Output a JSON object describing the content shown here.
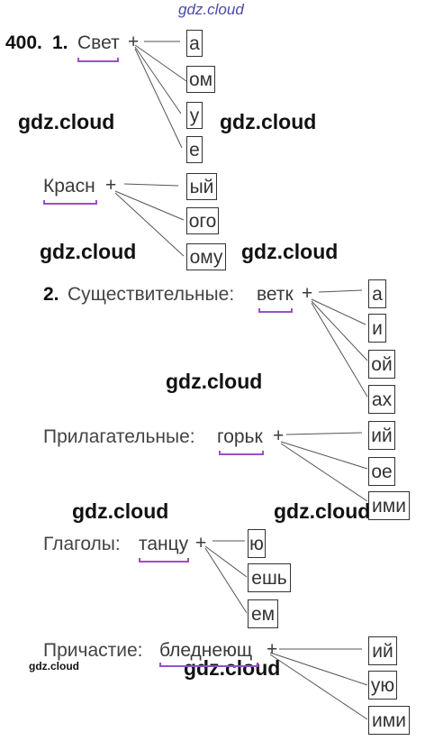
{
  "watermark": "gdz.cloud",
  "exercise": {
    "number": "400.",
    "part1": "1.",
    "part2": "2."
  },
  "part1": {
    "group1": {
      "word": "Свет",
      "plus": "+",
      "endings": [
        "а",
        "ом",
        "у",
        "е"
      ]
    },
    "group2": {
      "word": "Красн",
      "plus": "+",
      "endings": [
        "ый",
        "ого",
        "ому"
      ]
    }
  },
  "part2": {
    "nouns": {
      "label": "Существительные:",
      "root": "ветк",
      "plus": "+",
      "endings": [
        "а",
        "и",
        "ой",
        "ах"
      ]
    },
    "adjectives": {
      "label": "Прилагательные:",
      "root": "горьк",
      "plus": "+",
      "endings": [
        "ий",
        "ое",
        "ими"
      ]
    },
    "verbs": {
      "label": "Глаголы:",
      "root": "танцу",
      "plus": "+",
      "endings": [
        "ю",
        "ешь",
        "ем"
      ]
    },
    "participles": {
      "label": "Причастие:",
      "root": "бледнеющ",
      "plus": "+",
      "endings": [
        "ий",
        "ую",
        "ими"
      ]
    }
  },
  "colors": {
    "underline": "#9b4fc6",
    "watermark_top": "#4a4aa8",
    "text": "#333333"
  }
}
